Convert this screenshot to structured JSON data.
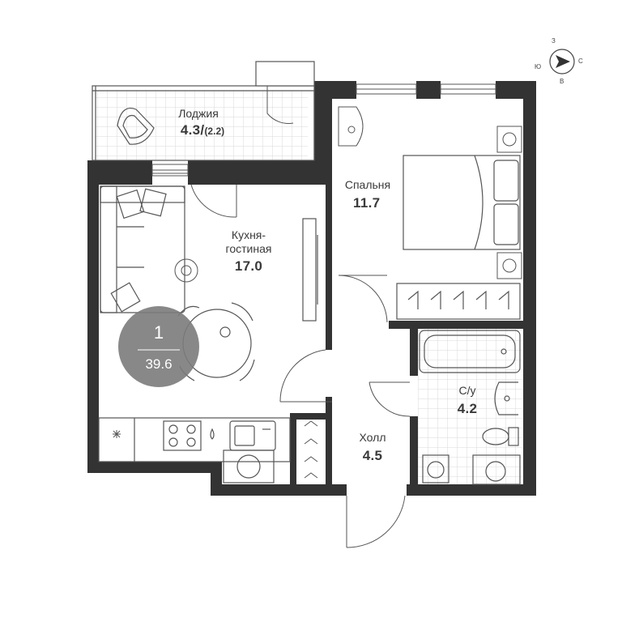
{
  "rooms": {
    "loggia": {
      "name": "Лоджия",
      "area": "4.3",
      "sep": "/",
      "sub_area": "(2.2)"
    },
    "kitchen": {
      "name": "Кухня-\nгостиная",
      "area": "17.0"
    },
    "bedroom": {
      "name": "Спальня",
      "area": "11.7"
    },
    "hall": {
      "name": "Холл",
      "area": "4.5"
    },
    "bath": {
      "name": "С/у",
      "area": "4.2"
    }
  },
  "badge": {
    "rooms": "1",
    "total_area": "39.6",
    "color": "#7b7b7b"
  },
  "compass": {
    "north": "З",
    "east": "С",
    "south": "В",
    "west": "Ю"
  },
  "colors": {
    "wall": "#333333",
    "line": "#555555",
    "tile": "#d9d9d9"
  }
}
